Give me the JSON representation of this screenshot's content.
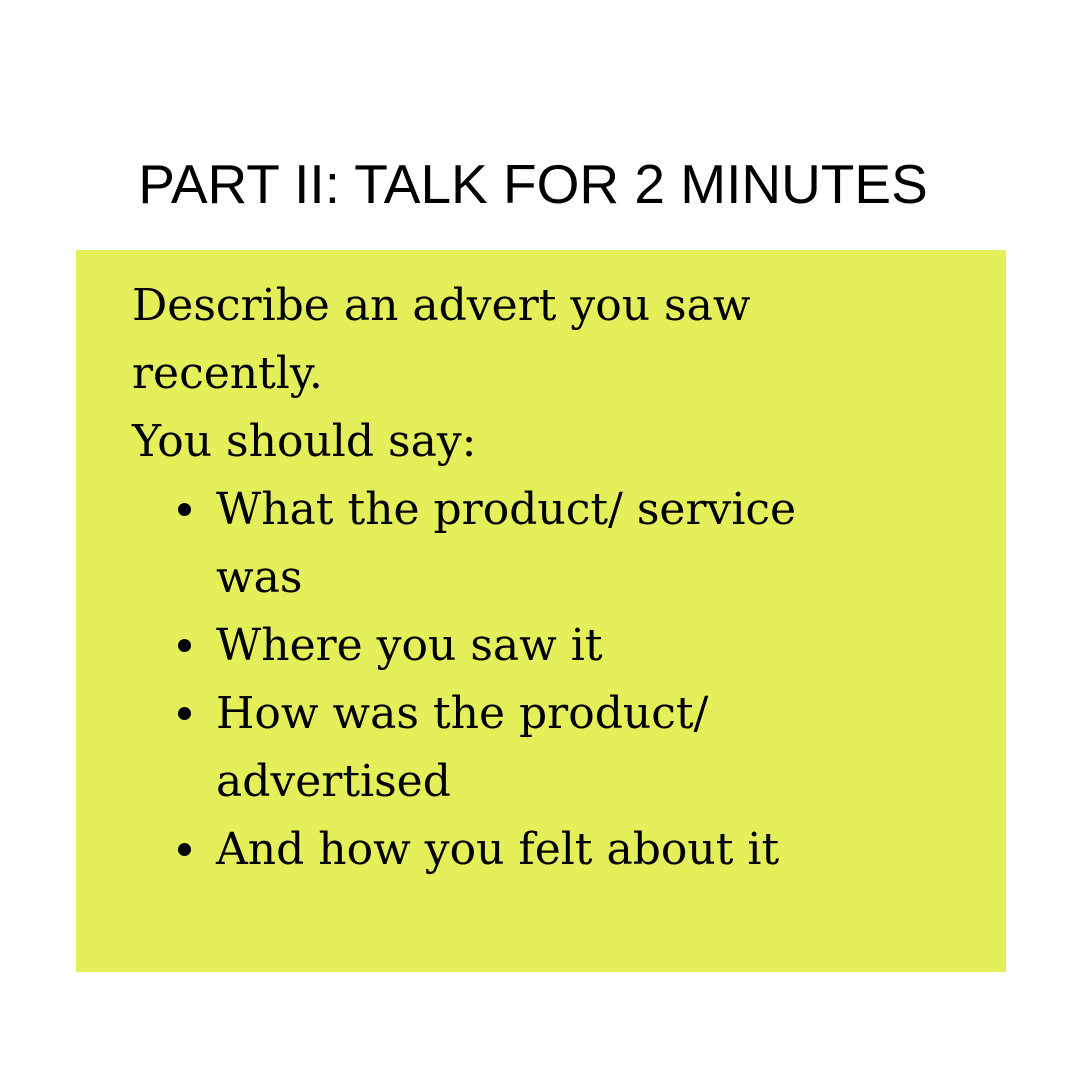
{
  "title": "PART II: TALK FOR 2 MINUTES",
  "card": {
    "background": "#e5ef59",
    "task": "Describe an advert you saw recently.",
    "lead_in": "You should say:",
    "bullets": [
      "What the product/ service was",
      "Where you saw it",
      "How was the product/ advertised",
      "And how you felt about it"
    ]
  }
}
